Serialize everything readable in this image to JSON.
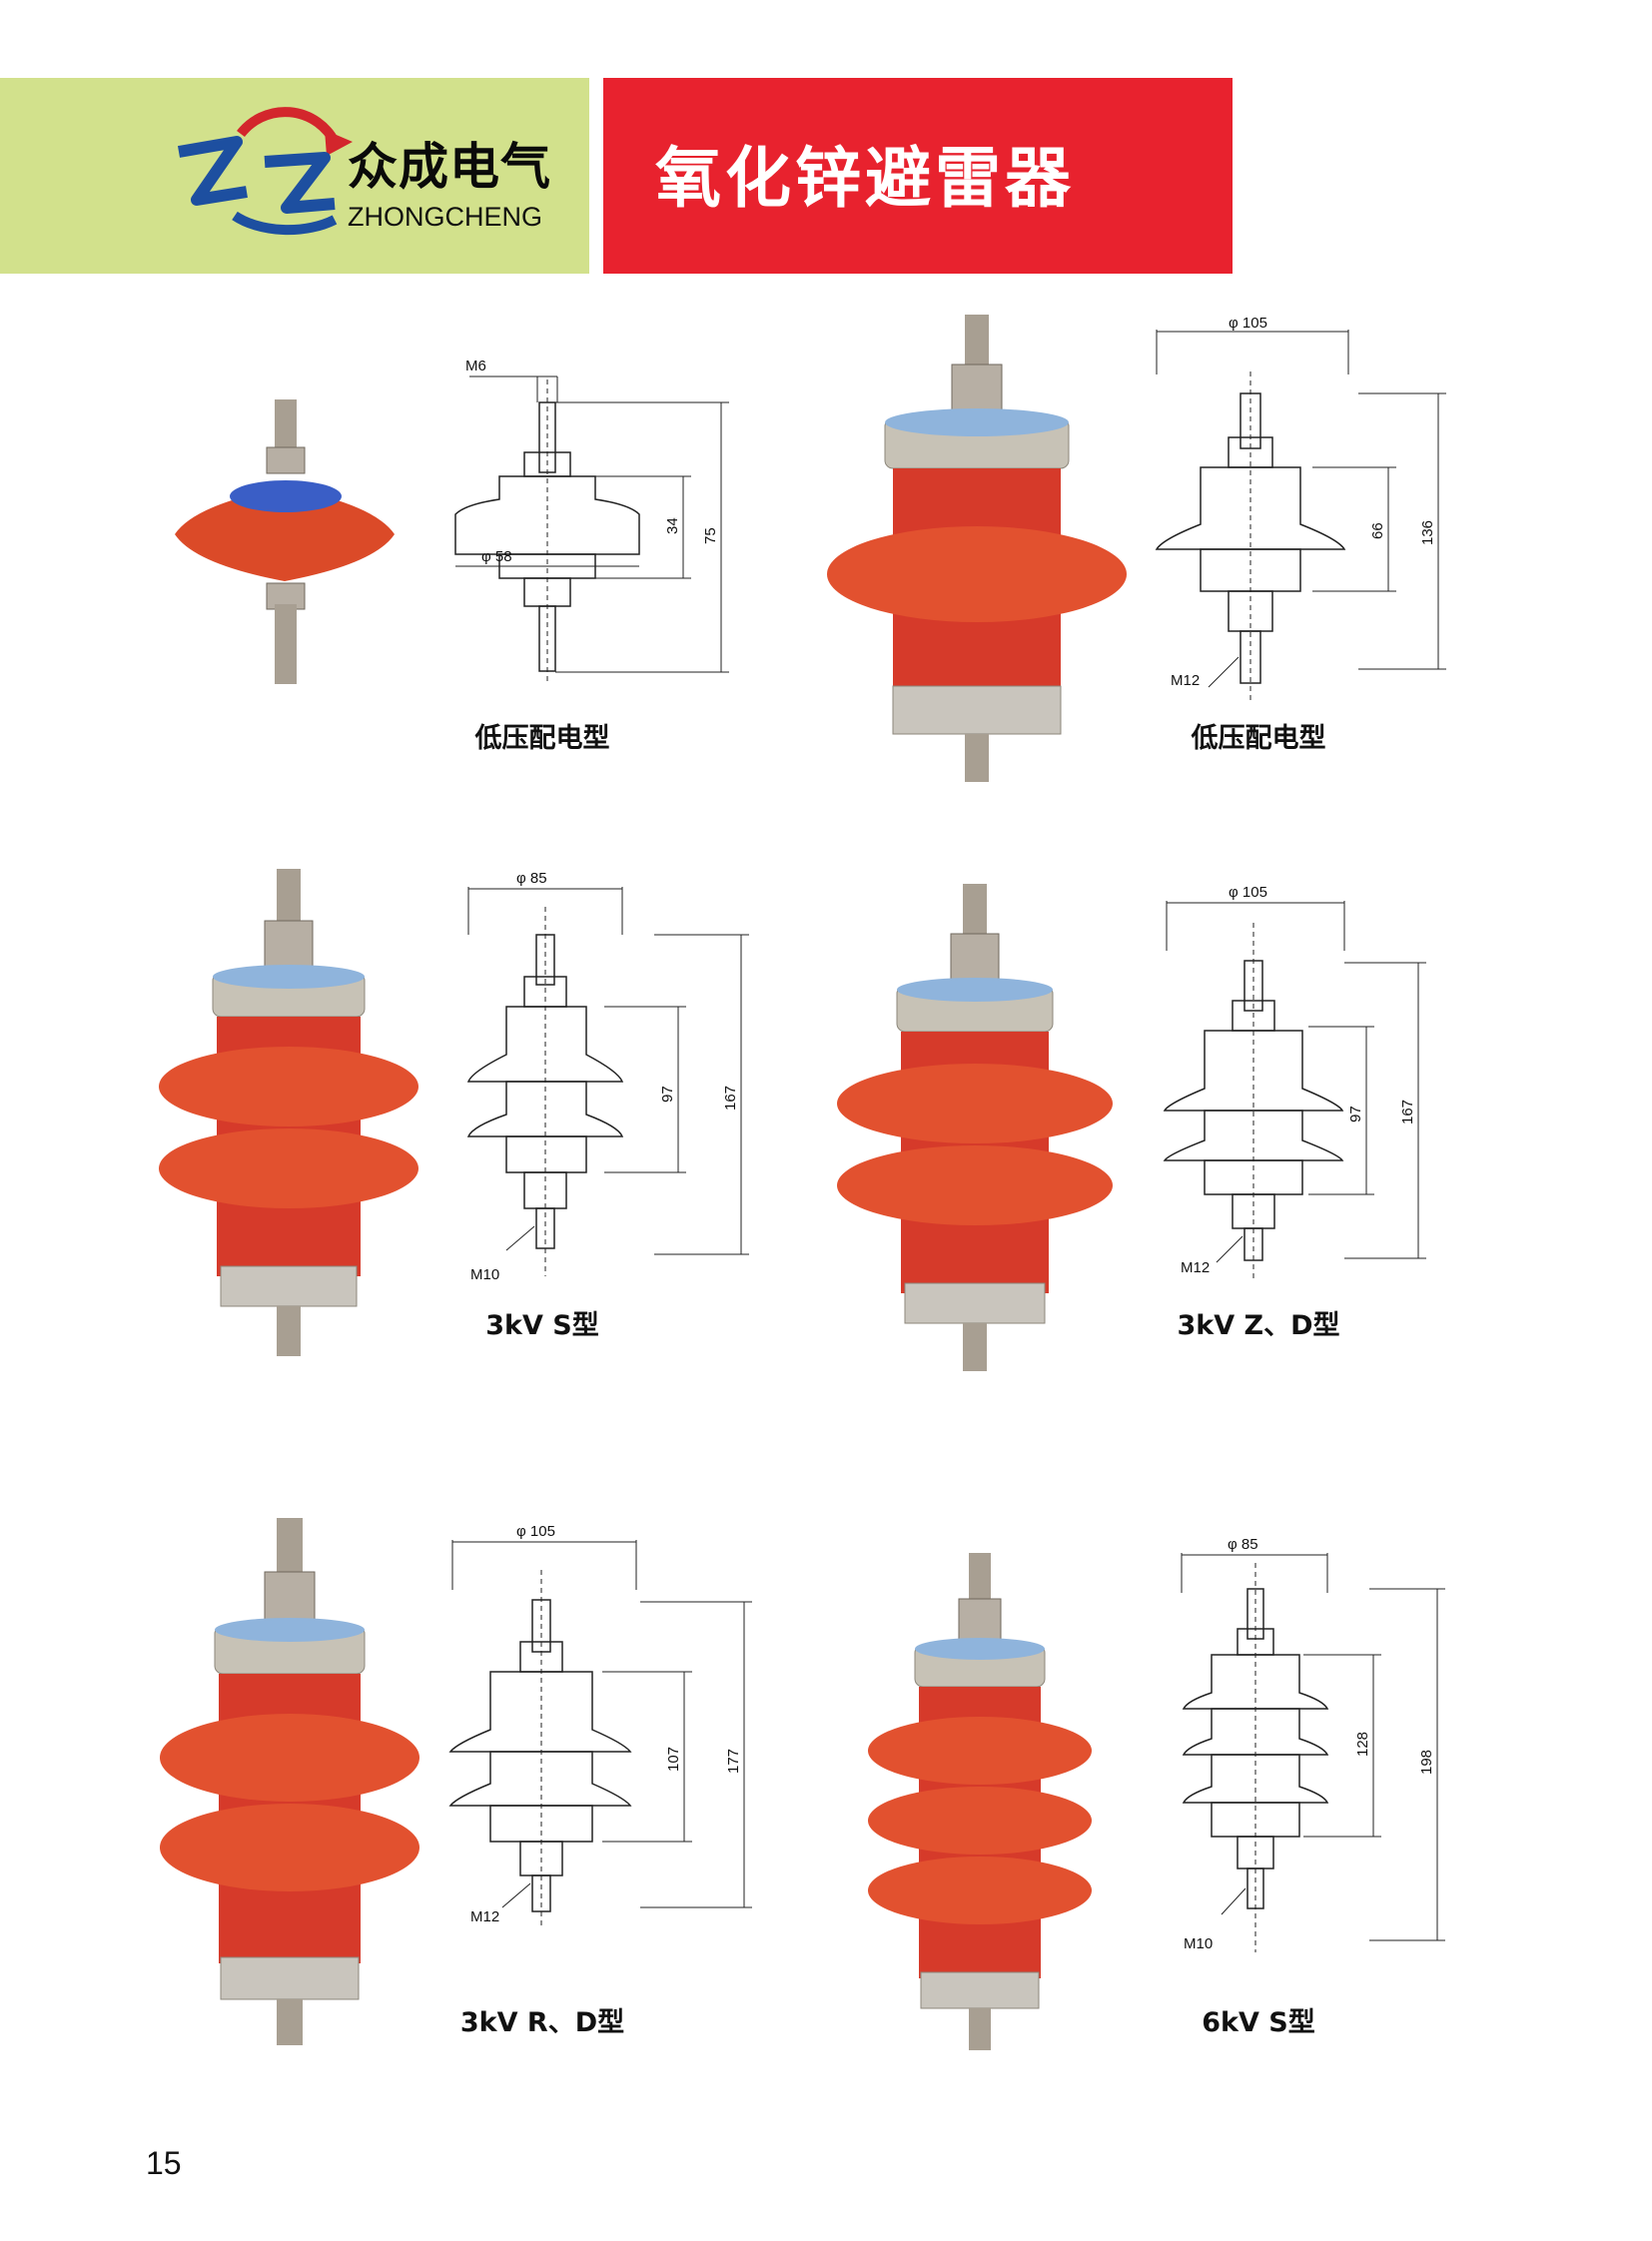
{
  "header": {
    "brand_cn": "众成电气",
    "brand_en": "ZHONGCHENG",
    "title": "氧化锌避雷器"
  },
  "colors": {
    "header_green": "#d2e18c",
    "header_red": "#e8222e",
    "logo_blue": "#1d4fa0",
    "logo_red": "#d3262c",
    "body_red": "#db3a2a"
  },
  "products": [
    {
      "caption": "低压配电型",
      "dims": {
        "terminal": "M6",
        "diameter": "φ 58",
        "body_height": "34",
        "total_height": "75"
      }
    },
    {
      "caption": "低压配电型",
      "dims": {
        "terminal": "M12",
        "diameter": "φ 105",
        "body_height": "66",
        "total_height": "136"
      }
    },
    {
      "caption": "3kV  S型",
      "dims": {
        "terminal": "M10",
        "diameter": "φ 85",
        "body_height": "97",
        "total_height": "167"
      }
    },
    {
      "caption": "3kV  Z、D型",
      "dims": {
        "terminal": "M12",
        "diameter": "φ 105",
        "body_height": "97",
        "total_height": "167"
      }
    },
    {
      "caption": "3kV  R、D型",
      "dims": {
        "terminal": "M12",
        "diameter": "φ 105",
        "body_height": "107",
        "total_height": "177"
      }
    },
    {
      "caption": "6kV  S型",
      "dims": {
        "terminal": "M10",
        "diameter": "φ 85",
        "body_height": "128",
        "total_height": "198"
      }
    }
  ],
  "page_number": "15"
}
